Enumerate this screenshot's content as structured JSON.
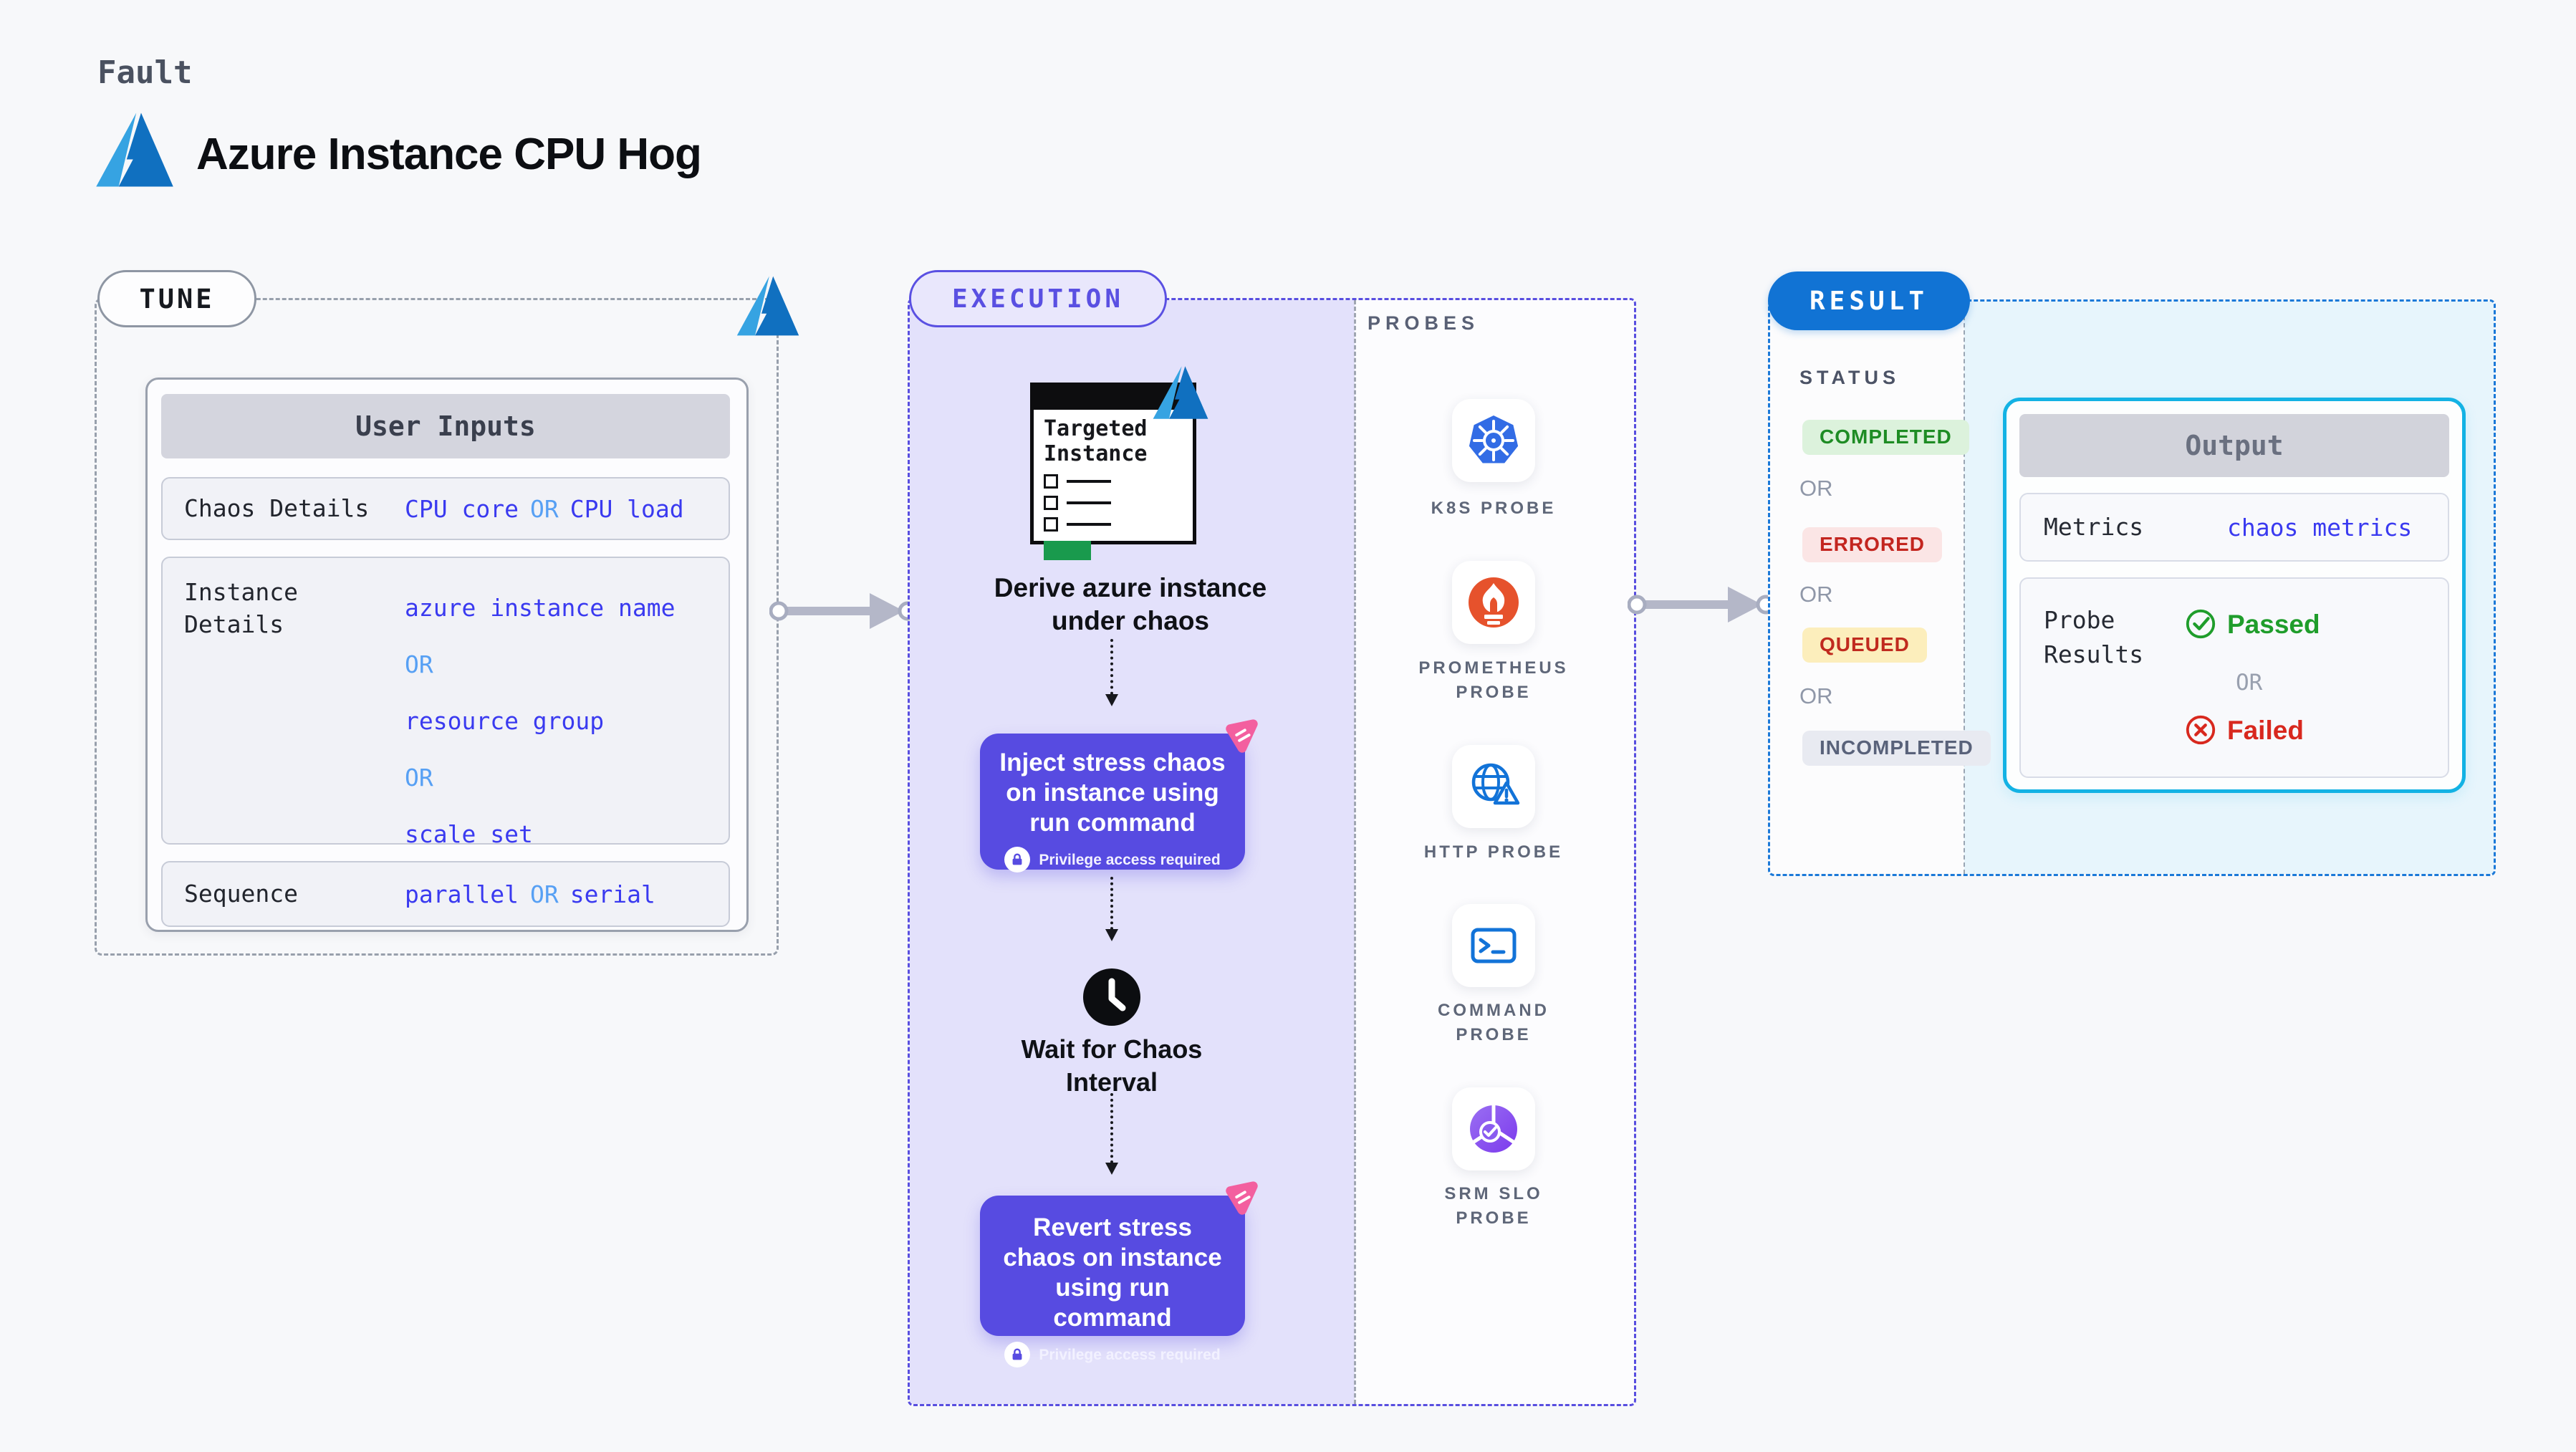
{
  "header": {
    "kicker": "Fault",
    "title": "Azure Instance CPU Hog"
  },
  "tune": {
    "badge": "TUNE",
    "user_inputs": {
      "header": "User Inputs",
      "chaos": {
        "label": "Chaos Details",
        "v1": "CPU core",
        "or": "OR",
        "v2": "CPU load"
      },
      "instance": {
        "label": "Instance Details",
        "v1": "azure instance name",
        "or1": "OR",
        "v2": "resource group",
        "or2": "OR",
        "v3": "scale set"
      },
      "sequence": {
        "label": "Sequence",
        "v1": "parallel",
        "or": "OR",
        "v2": "serial"
      }
    }
  },
  "execution": {
    "badge": "EXECUTION",
    "target_window": {
      "title": "Targeted Instance"
    },
    "derive_caption": "Derive azure instance under chaos",
    "inject_step": {
      "label": "Inject stress chaos on instance using run command",
      "privilege": "Privilege access required"
    },
    "wait_step": "Wait for Chaos Interval",
    "revert_step": {
      "label": "Revert stress chaos on instance using run command",
      "privilege": "Privilege access required"
    }
  },
  "probes": {
    "header": "PROBES",
    "items": [
      {
        "label": "K8S PROBE",
        "icon": "kubernetes-icon"
      },
      {
        "label": "PROMETHEUS PROBE",
        "icon": "prometheus-icon"
      },
      {
        "label": "HTTP PROBE",
        "icon": "http-globe-warning-icon"
      },
      {
        "label": "COMMAND PROBE",
        "icon": "terminal-icon"
      },
      {
        "label": "SRM SLO PROBE",
        "icon": "srm-slo-icon"
      }
    ]
  },
  "result": {
    "badge": "RESULT",
    "status": {
      "header": "STATUS",
      "or": "OR",
      "badges": [
        {
          "label": "COMPLETED",
          "fg": "#1E8C24",
          "bg": "#DCF2DC"
        },
        {
          "label": "ERRORED",
          "fg": "#C3251F",
          "bg": "#FBE5E5"
        },
        {
          "label": "QUEUED",
          "fg": "#C02A1E",
          "bg": "#FCEEBC"
        },
        {
          "label": "INCOMPLETED",
          "fg": "#59627A",
          "bg": "#E8EAF1"
        }
      ]
    },
    "output": {
      "header": "Output",
      "metrics_label": "Metrics",
      "metrics_value": "chaos metrics",
      "probe_results_label": "Probe Results",
      "passed": "Passed",
      "or": "OR",
      "failed": "Failed"
    }
  },
  "colors": {
    "page_bg": "#F7F8FA",
    "execution_accent": "#584CE0",
    "execution_bg": "#E3E1FB",
    "result_accent": "#1173D4",
    "result_bg": "#E7F5FC",
    "output_border": "#13B2E4",
    "node_button_bg": "#574BE1",
    "value_text": "#3A3AF0",
    "or_text": "#57A0F4",
    "passed_green": "#1F9D2B",
    "failed_red": "#D8281E",
    "azure_blue_light": "#36A3E2",
    "azure_blue_dark": "#1070C0"
  }
}
